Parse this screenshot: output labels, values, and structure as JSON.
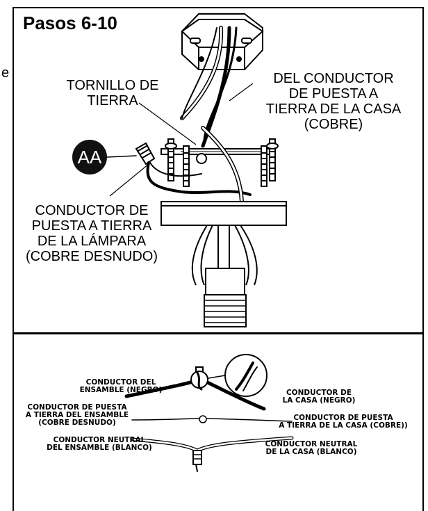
{
  "title": "Pasos 6-10",
  "stray_fragment": "e",
  "badge": "AA",
  "top_labels": {
    "ground_screw": [
      "TORNILLO DE",
      "TIERRA"
    ],
    "house_ground": [
      "DEL CONDUCTOR",
      "DE PUESTA A",
      "TIERRA DE LA CASA",
      "(COBRE)"
    ],
    "fixture_ground": [
      "CONDUCTOR DE",
      "PUESTA A TIERRA",
      "DE LA LÁMPARA",
      "(COBRE DESNUDO)"
    ]
  },
  "bottom_labels": {
    "fixture_black": [
      "CONDUCTOR DEL",
      "ENSAMBLE (NEGRO)"
    ],
    "house_black": [
      "CONDUCTOR DE",
      "LA CASA (NEGRO)"
    ],
    "fixture_ground": [
      "CONDUCTOR DE PUESTA",
      "A TIERRA DEL ENSAMBLE",
      "(COBRE DESNUDO)"
    ],
    "house_ground": [
      "CONDUCTOR DE PUESTA",
      "A TIERRA DE LA CASA (COBRE))"
    ],
    "fixture_neutral": [
      "CONDUCTOR NEUTRAL",
      "DEL ENSAMBLE (BLANCO)"
    ],
    "house_neutral": [
      "CONDUCTOR NEUTRAL",
      "DE LA CASA (BLANCO)"
    ]
  }
}
